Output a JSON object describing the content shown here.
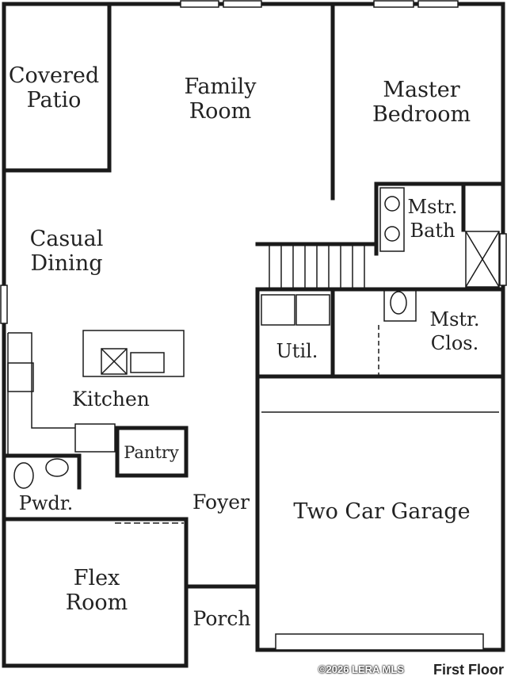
{
  "rooms": {
    "covered_patio": [
      "Covered",
      "Patio"
    ],
    "family_room": [
      "Family",
      "Room"
    ],
    "master_bedroom": [
      "Master",
      "Bedroom"
    ],
    "casual_dining": [
      "Casual",
      "Dining"
    ],
    "mstr_bath": [
      "Mstr.",
      "Bath"
    ],
    "mstr_clos": [
      "Mstr.",
      "Clos."
    ],
    "util": "Util.",
    "kitchen": "Kitchen",
    "pantry": "Pantry",
    "pwdr": "Pwdr.",
    "foyer": "Foyer",
    "two_car_garage": "Two Car Garage",
    "flex_room": [
      "Flex",
      "Room"
    ],
    "porch": "Porch"
  },
  "floor_label": "First Floor",
  "watermark": "©2026 LERA MLS",
  "colors": {
    "wall": "#1a1a1a",
    "background": "#ffffff"
  }
}
